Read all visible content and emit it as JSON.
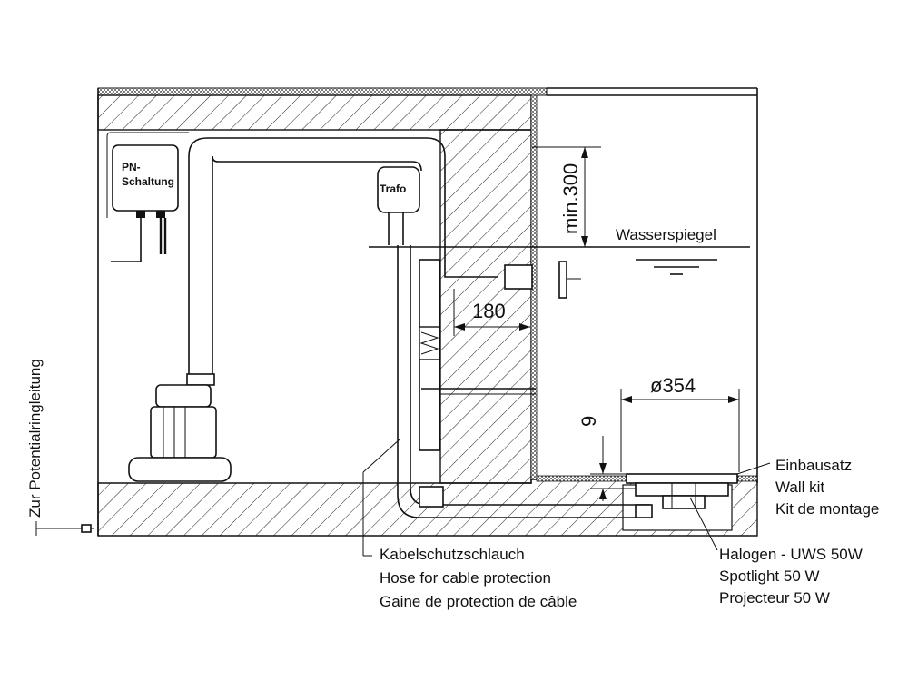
{
  "labels": {
    "pn_line1": "PN-",
    "pn_line2": "Schaltung",
    "trafo": "Trafo",
    "dim_min300": "min.300",
    "water_level": "Wasserspiegel",
    "dim_180": "180",
    "dim_diameter": "ø354",
    "dim_9": "9",
    "wall_kit_de": "Einbausatz",
    "wall_kit_en": "Wall kit",
    "wall_kit_fr": "Kit de montage",
    "hose_de": "Kabelschutzschlauch",
    "hose_en": "Hose for cable protection",
    "hose_fr": "Gaine de protection de câble",
    "halogen_de": "Halogen - UWS  50W",
    "halogen_en": "Spotlight 50 W",
    "halogen_fr": "Projecteur 50 W",
    "potential_line": "Zur Potentialringleitung"
  }
}
